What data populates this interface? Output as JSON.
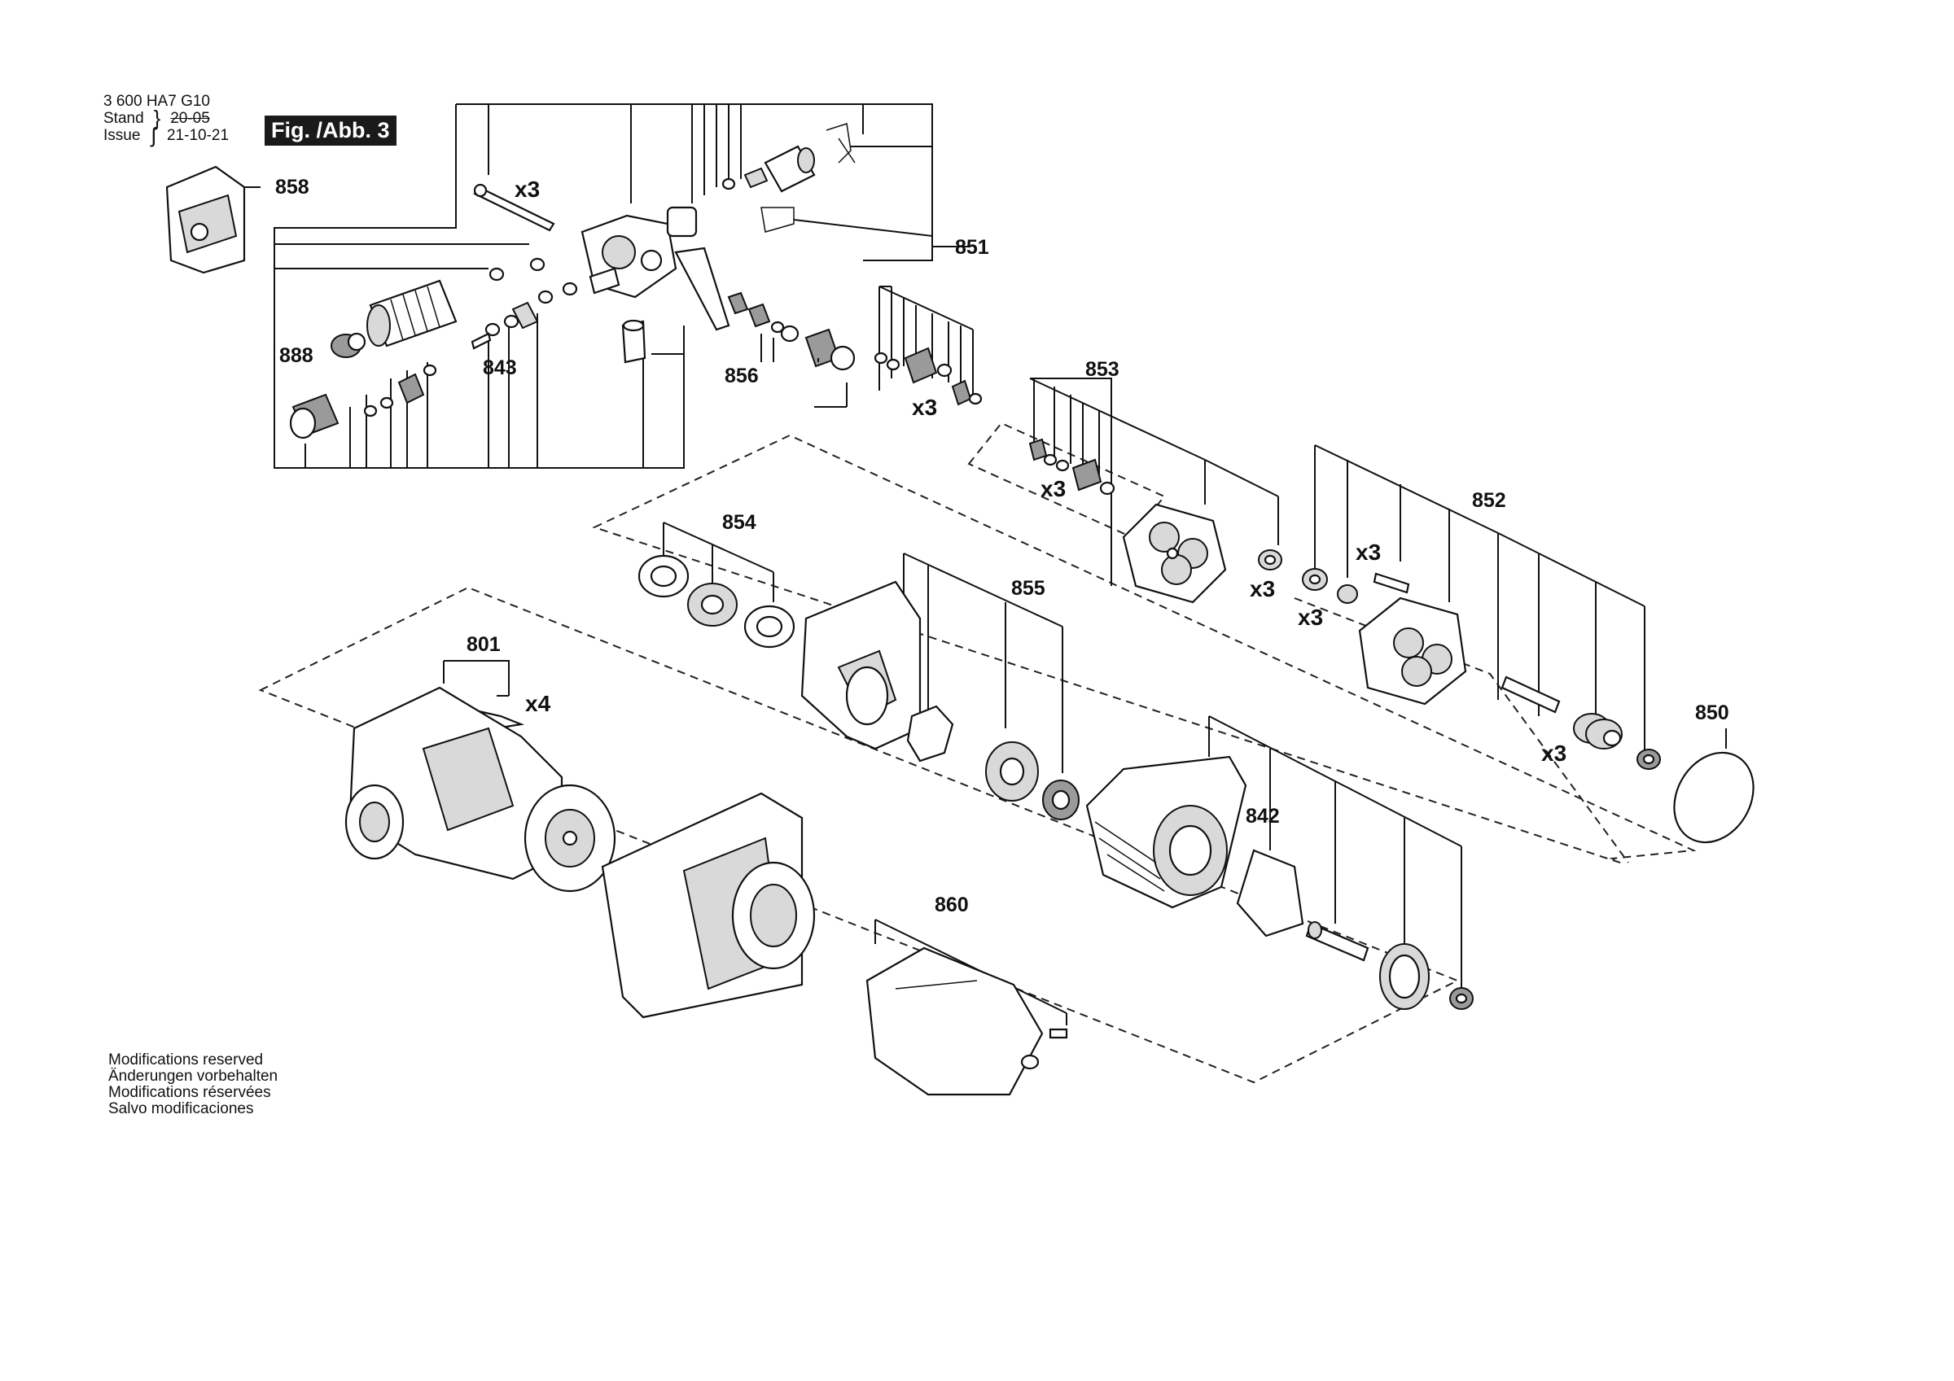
{
  "header": {
    "part_number": "3 600 HA7 G10",
    "stand_label": "Stand",
    "stand_value": "20-05",
    "issue_label": "Issue",
    "issue_value": "21-10-21"
  },
  "figure_badge": "Fig. /Abb. 3",
  "callouts": {
    "c858": "858",
    "c851": "851",
    "c888": "888",
    "c843": "843",
    "c856": "856",
    "c853": "853",
    "c852": "852",
    "c854": "854",
    "c855": "855",
    "c801": "801",
    "c850": "850",
    "c842": "842",
    "c860": "860"
  },
  "quantities": {
    "q_pin": "x3",
    "q_853a": "x3",
    "q_853b": "x3",
    "q_853c": "x3",
    "q_852a": "x3",
    "q_852b": "x3",
    "q_852c": "x3",
    "q_801": "x4"
  },
  "footer": {
    "line1": "Modifications reserved",
    "line2": "Änderungen vorbehalten",
    "line3": "Modifications réservées",
    "line4": "Salvo modificaciones"
  }
}
